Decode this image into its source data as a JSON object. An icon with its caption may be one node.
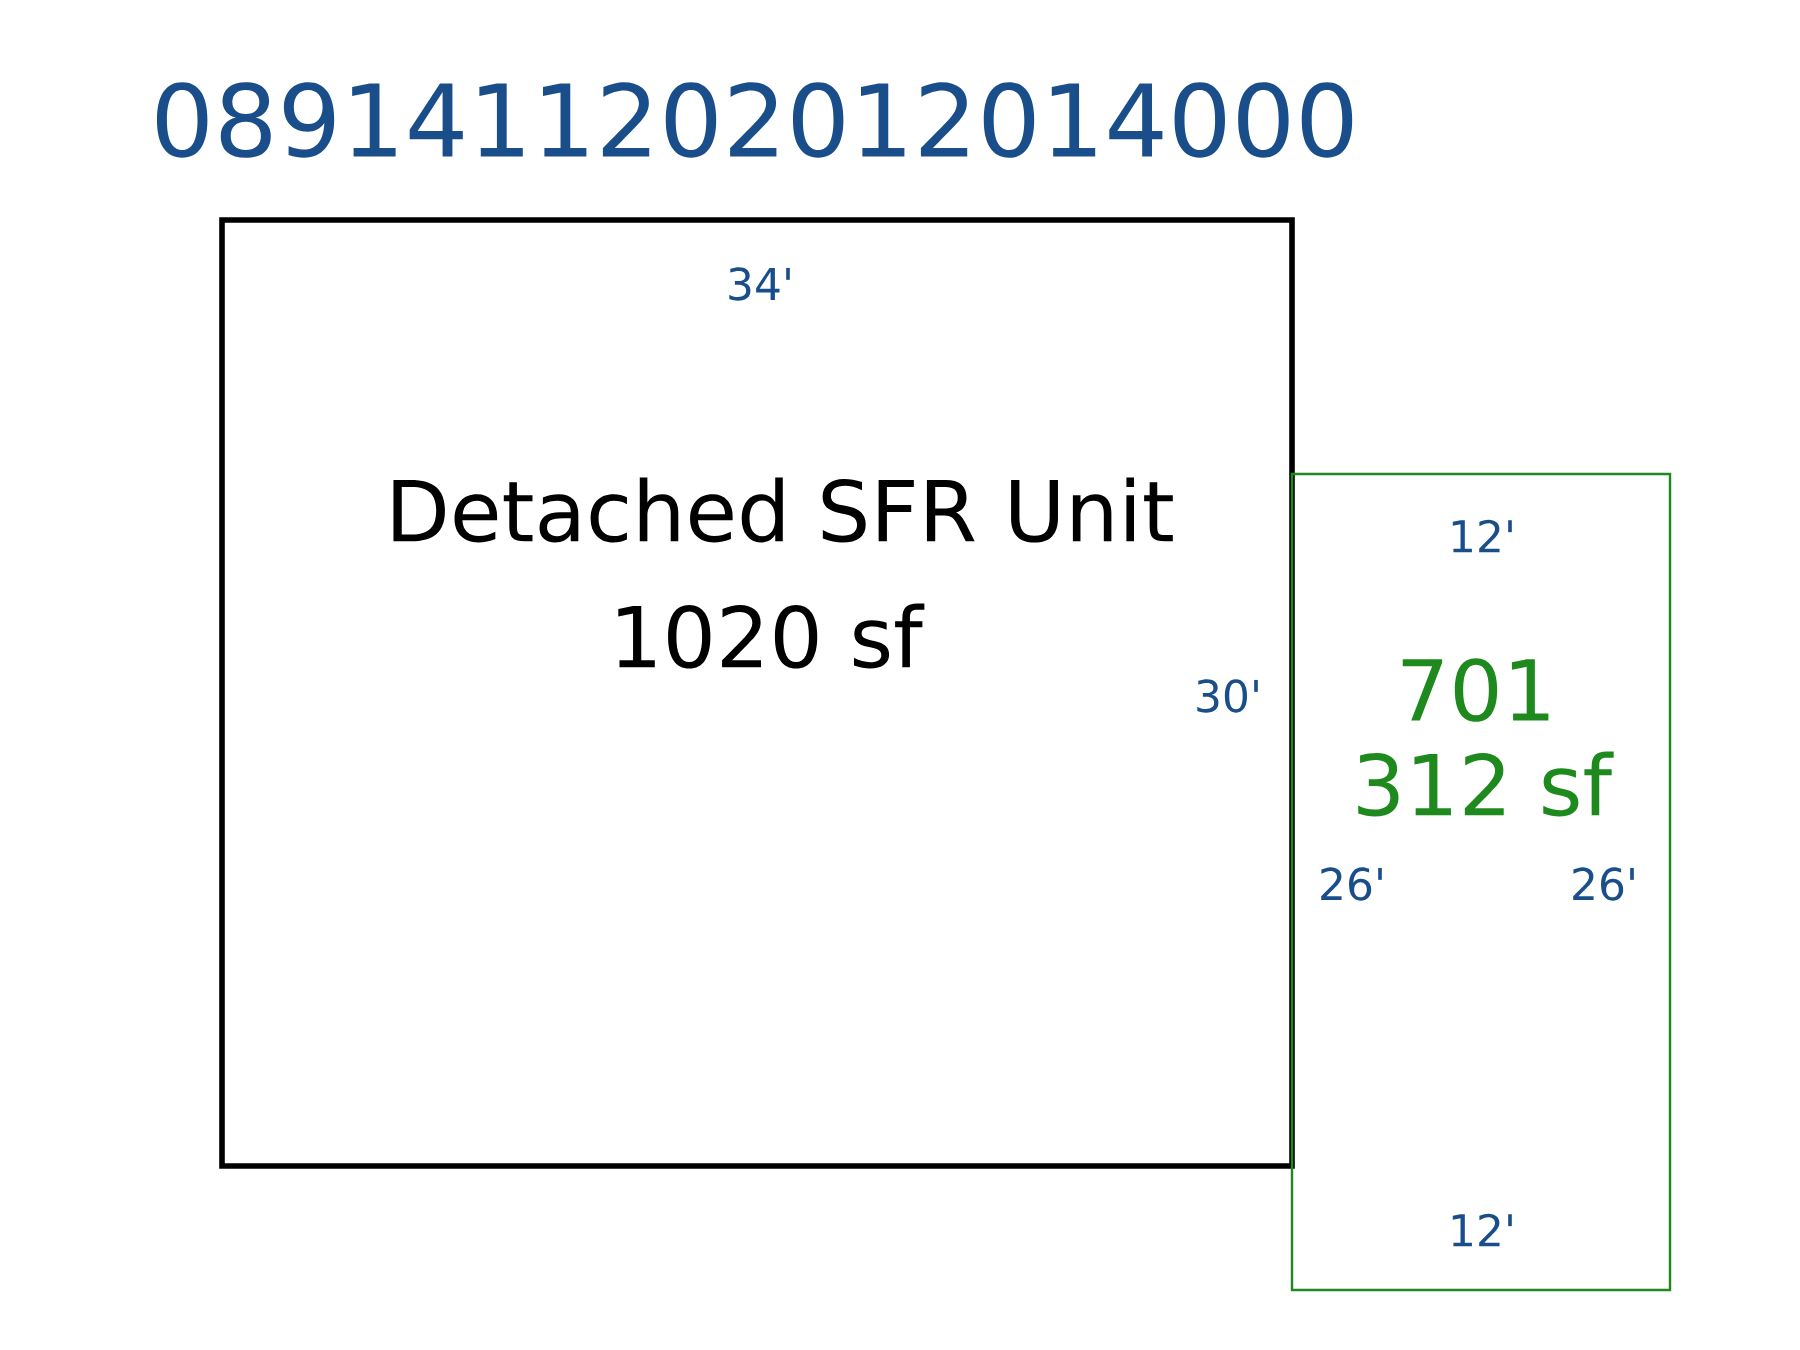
{
  "diagram": {
    "title": "0891411202012014000",
    "nodes": [
      {
        "text": [
          "Detached SFR Unit",
          "1020 sf"
        ]
      },
      {
        "text": [
          "701",
          "312 sf"
        ]
      }
    ],
    "labels": [
      "34'",
      "30'",
      "12'",
      "26'",
      "26'",
      "12'"
    ]
  }
}
